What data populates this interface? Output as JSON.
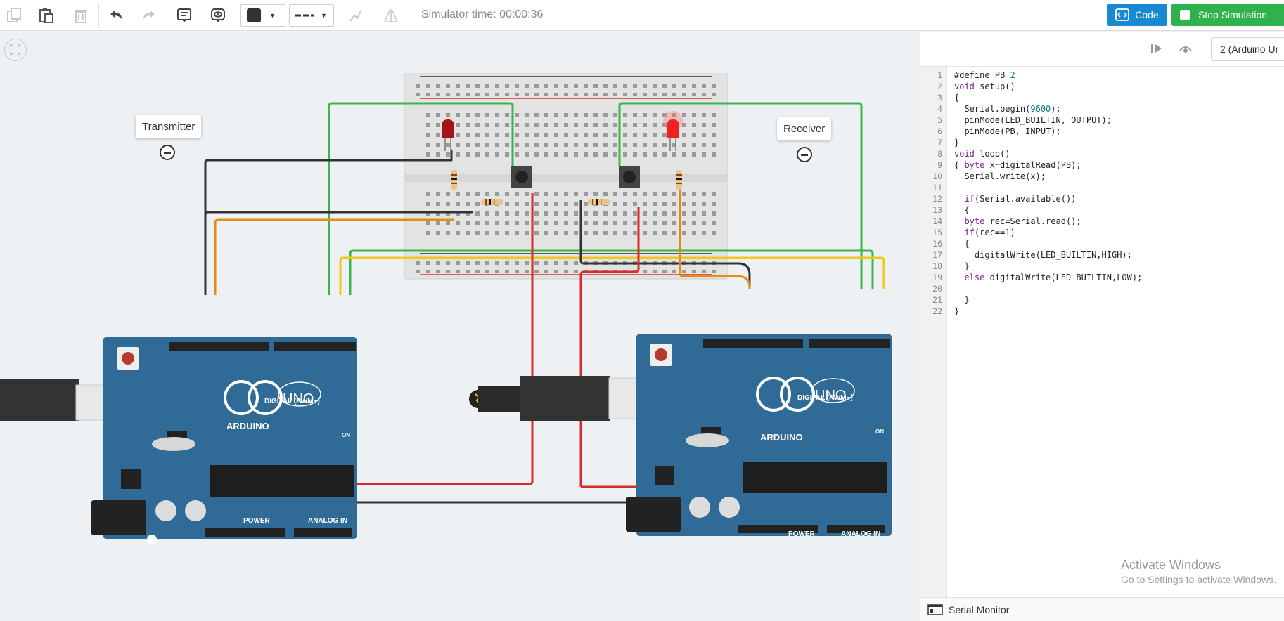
{
  "toolbar": {
    "simulator_time": "Simulator time: 00:00:36",
    "code_label": "Code",
    "stop_label": "Stop Simulation",
    "icons": [
      "copy-icon",
      "paste-icon",
      "delete-icon",
      "undo-icon",
      "redo-icon",
      "note-icon",
      "visibility-icon",
      "color-picker",
      "line-style-picker",
      "align-icon",
      "flip-icon"
    ]
  },
  "canvas": {
    "labels": [
      "Transmitter",
      "Receiver"
    ],
    "board_left": {
      "brand": "ARDUINO",
      "model": "UNO",
      "digital_label": "DIGITAL (PWM~)",
      "power_label": "POWER",
      "analog_label": "ANALOG IN",
      "on_label": "ON"
    },
    "board_right": {
      "brand": "ARDUINO",
      "model": "UNO",
      "digital_label": "DIGITAL (PWM~)",
      "power_label": "POWER",
      "analog_label": "ANALOG IN",
      "on_label": "ON"
    }
  },
  "code_panel": {
    "board_select": "2 (Arduino Ur",
    "lines": [
      "#define PB 2",
      "void setup()",
      "{",
      "  Serial.begin(9600);",
      "  pinMode(LED_BUILTIN, OUTPUT);",
      "  pinMode(PB, INPUT);",
      "}",
      "void loop()",
      "{ byte x=digitalRead(PB);",
      "  Serial.write(x);",
      "",
      "  if(Serial.available())",
      "  {",
      "  byte rec=Serial.read();",
      "  if(rec==1)",
      "  {",
      "    digitalWrite(LED_BUILTIN,HIGH);",
      "  }",
      "  else digitalWrite(LED_BUILTIN,LOW);",
      "",
      "  }",
      "}"
    ],
    "serial_monitor": "Serial Monitor"
  },
  "watermark": {
    "title": "Activate Windows",
    "subtitle": "Go to Settings to activate Windows."
  },
  "colors": {
    "accent_blue": "#1a89d3",
    "accent_green": "#2fb24e",
    "board_blue": "#2f6b96",
    "wire_green": "#3ab54a",
    "wire_red": "#d82a2a",
    "wire_orange": "#e48b14",
    "wire_yellow": "#f2c919",
    "wire_black": "#333333"
  }
}
